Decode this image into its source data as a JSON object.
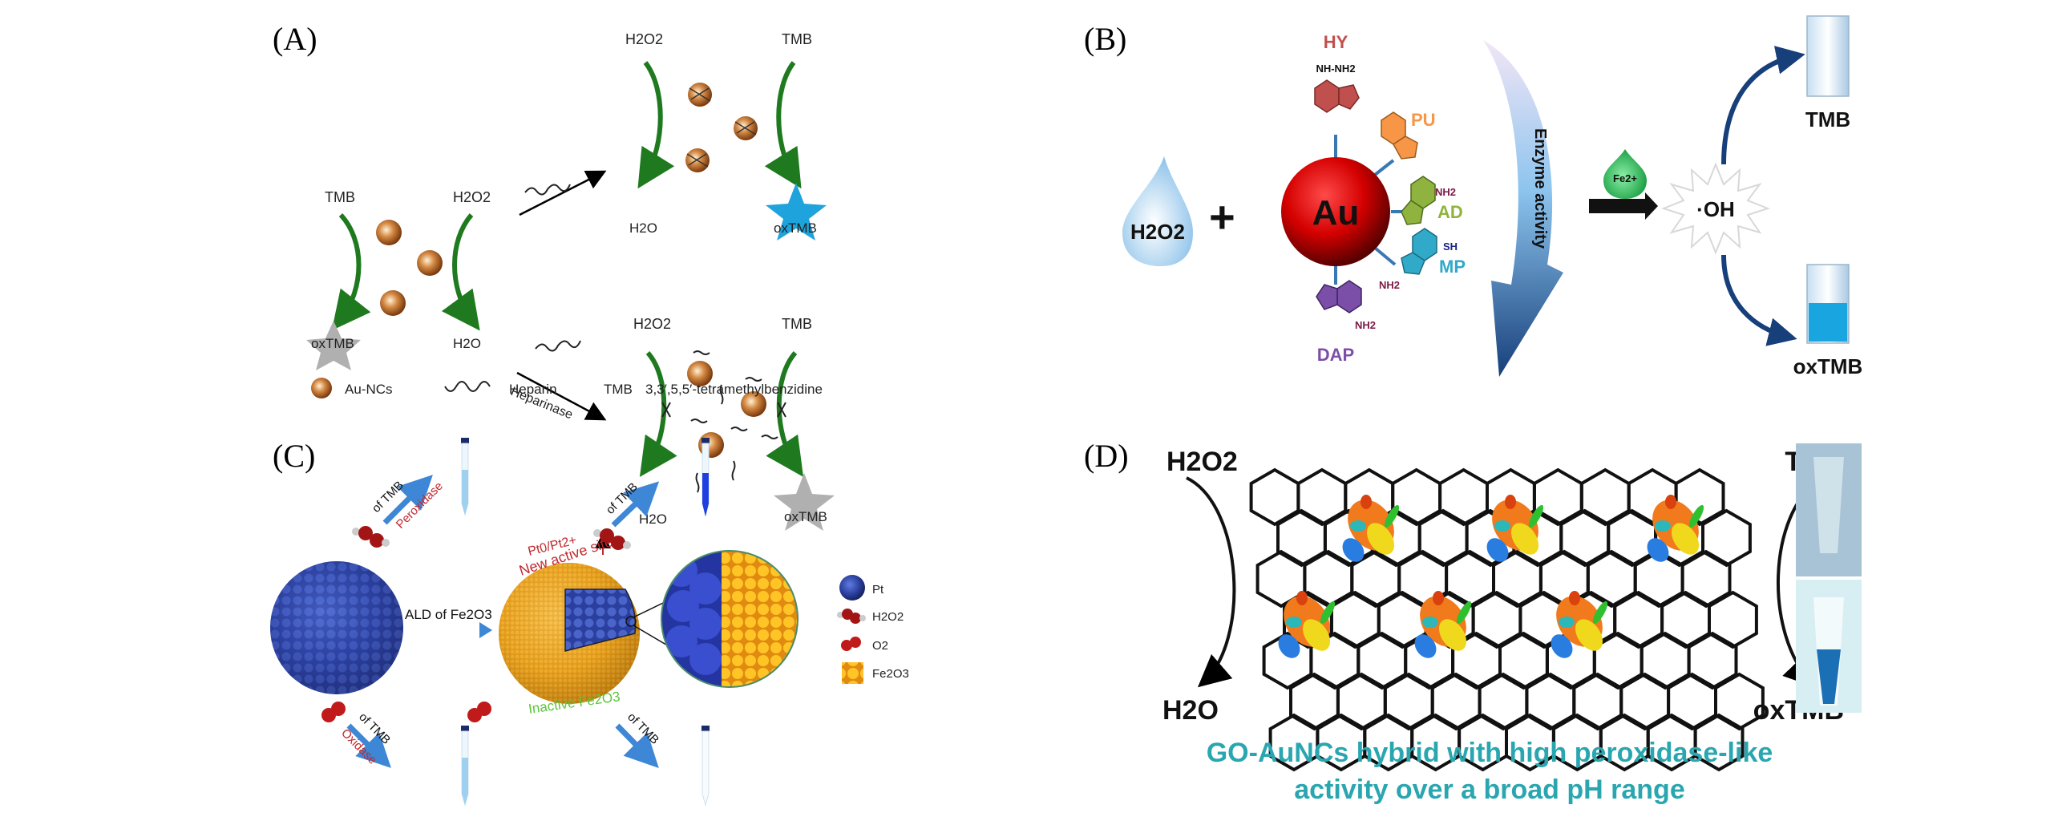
{
  "panels": {
    "a": {
      "label": "(A)",
      "left": {
        "tmb": "TMB",
        "h2o2": "H2O2",
        "oxtmb": "oxTMB",
        "h2o": "H2O"
      },
      "top": {
        "h2o2": "H2O2",
        "tmb": "TMB",
        "h2o": "H2O",
        "oxtmb": "oxTMB"
      },
      "bottom": {
        "h2o2": "H2O2",
        "tmb": "TMB",
        "h2o": "H2O",
        "oxtmb": "oxTMB",
        "arrow_label": "Heparinase"
      },
      "legend": {
        "aunc": "Au-NCs",
        "heparin": "Heparin",
        "tmb_abbr": "TMB",
        "tmb_full": "3,3′,5,5′-tetramethylbenzidine"
      },
      "colors": {
        "arrow_green": "#1f7a1f",
        "star_blue": "#1ea3dc",
        "star_gray": "#b0b0b0",
        "particle": "#b5651d"
      }
    },
    "b": {
      "label": "(B)",
      "h2o2": "H2O2",
      "plus": "+",
      "center": "Au",
      "ligands": [
        {
          "name": "HY",
          "group": "NH-NH2",
          "color": "#c0504d"
        },
        {
          "name": "PU",
          "group": "",
          "color": "#f79646"
        },
        {
          "name": "AD",
          "group": "NH2",
          "color": "#8fb33e"
        },
        {
          "name": "MP",
          "group": "SH",
          "color": "#31a9c8"
        },
        {
          "name": "DAP",
          "group": "NH2",
          "color": "#7b4fa8"
        }
      ],
      "curve_label": "Enzyme activity",
      "catalyst": "Fe2+",
      "radical": "·OH",
      "tmb": "TMB",
      "oxtmb": "oxTMB",
      "colors": {
        "au": "#d40000",
        "arrow_blue": "#1a4f8f",
        "drop_green": "#2ebf5a",
        "liquid_blue": "#19a6e0"
      }
    },
    "c": {
      "label": "(C)",
      "arrow_main": "ALD of Fe2O3",
      "new_sites": "New active sites",
      "pt_ratio": "Pt0/Pt2+",
      "inactive": "Inactive Fe2O3",
      "branches": [
        {
          "top": "of TMB",
          "bottom": "Peroxidase"
        },
        {
          "top": "of TMB",
          "bottom": "Oxidase"
        },
        {
          "top": "of TMB",
          "bottom": ""
        },
        {
          "top": "of TMB",
          "bottom": ""
        }
      ],
      "legend": [
        {
          "label": "Pt"
        },
        {
          "label": "H2O2"
        },
        {
          "label": "O2"
        },
        {
          "label": "Fe2O3"
        }
      ],
      "colors": {
        "pt": "#2b3f9e",
        "shell": "#e8a21c",
        "arrow": "#3e86d6",
        "red_text": "#c0282d",
        "green_text": "#5cc43a"
      }
    },
    "d": {
      "label": "(D)",
      "h2o2": "H2O2",
      "h2o": "H2O",
      "tmb": "TMB",
      "oxtmb": "oxTMB",
      "caption_line1": "GO-AuNCs hybrid with high peroxidase-like",
      "caption_line2": "activity over a broad pH range",
      "colors": {
        "caption": "#2aa6b0",
        "lattice": "#111111"
      }
    }
  }
}
